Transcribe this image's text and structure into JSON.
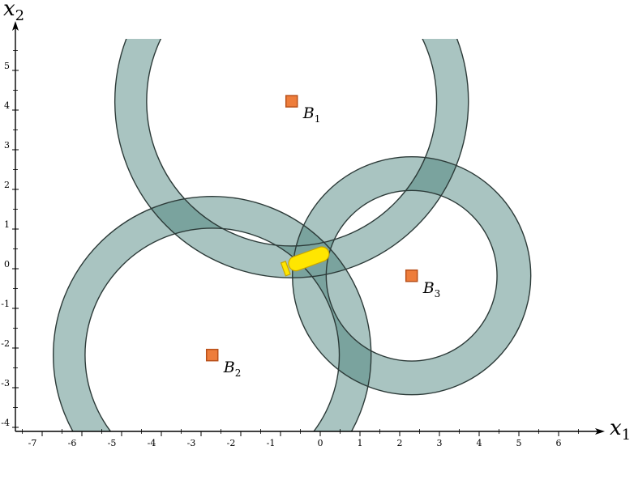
{
  "axes": {
    "x_label": "x",
    "x_sub": "1",
    "y_label": "x",
    "y_sub": "2",
    "x_ticks": [
      "-7",
      "-6",
      "-5",
      "-4",
      "-3",
      "-2",
      "-1",
      "0",
      "1",
      "2",
      "3",
      "4",
      "5",
      "6"
    ],
    "y_ticks": [
      "-4",
      "-3",
      "-2",
      "-1",
      "0",
      "1",
      "2",
      "3",
      "4",
      "5"
    ],
    "xlim": [
      -8,
      7
    ],
    "ylim": [
      -4.2,
      6
    ]
  },
  "beacons": [
    {
      "label": "B",
      "sub": "1",
      "x": -0.72,
      "y": 4.1,
      "ring_inner": 3.65,
      "ring_outer": 4.45
    },
    {
      "label": "B",
      "sub": "2",
      "x": -2.72,
      "y": -2.3,
      "ring_inner": 3.2,
      "ring_outer": 4.0
    },
    {
      "label": "B",
      "sub": "3",
      "x": 2.3,
      "y": -0.3,
      "ring_inner": 2.15,
      "ring_outer": 3.0
    }
  ],
  "vehicle": {
    "x": -0.3,
    "y": 0.1,
    "heading_deg": 20
  },
  "colors": {
    "ring_fill": "#a9c4c1",
    "ring_overlap": "#7aa39e",
    "ring_stroke": "#2c3a38",
    "beacon_fill": "#ee7d3b",
    "beacon_stroke": "#b8501a",
    "vehicle_fill": "#ffe600",
    "vehicle_stroke": "#c8a600"
  }
}
